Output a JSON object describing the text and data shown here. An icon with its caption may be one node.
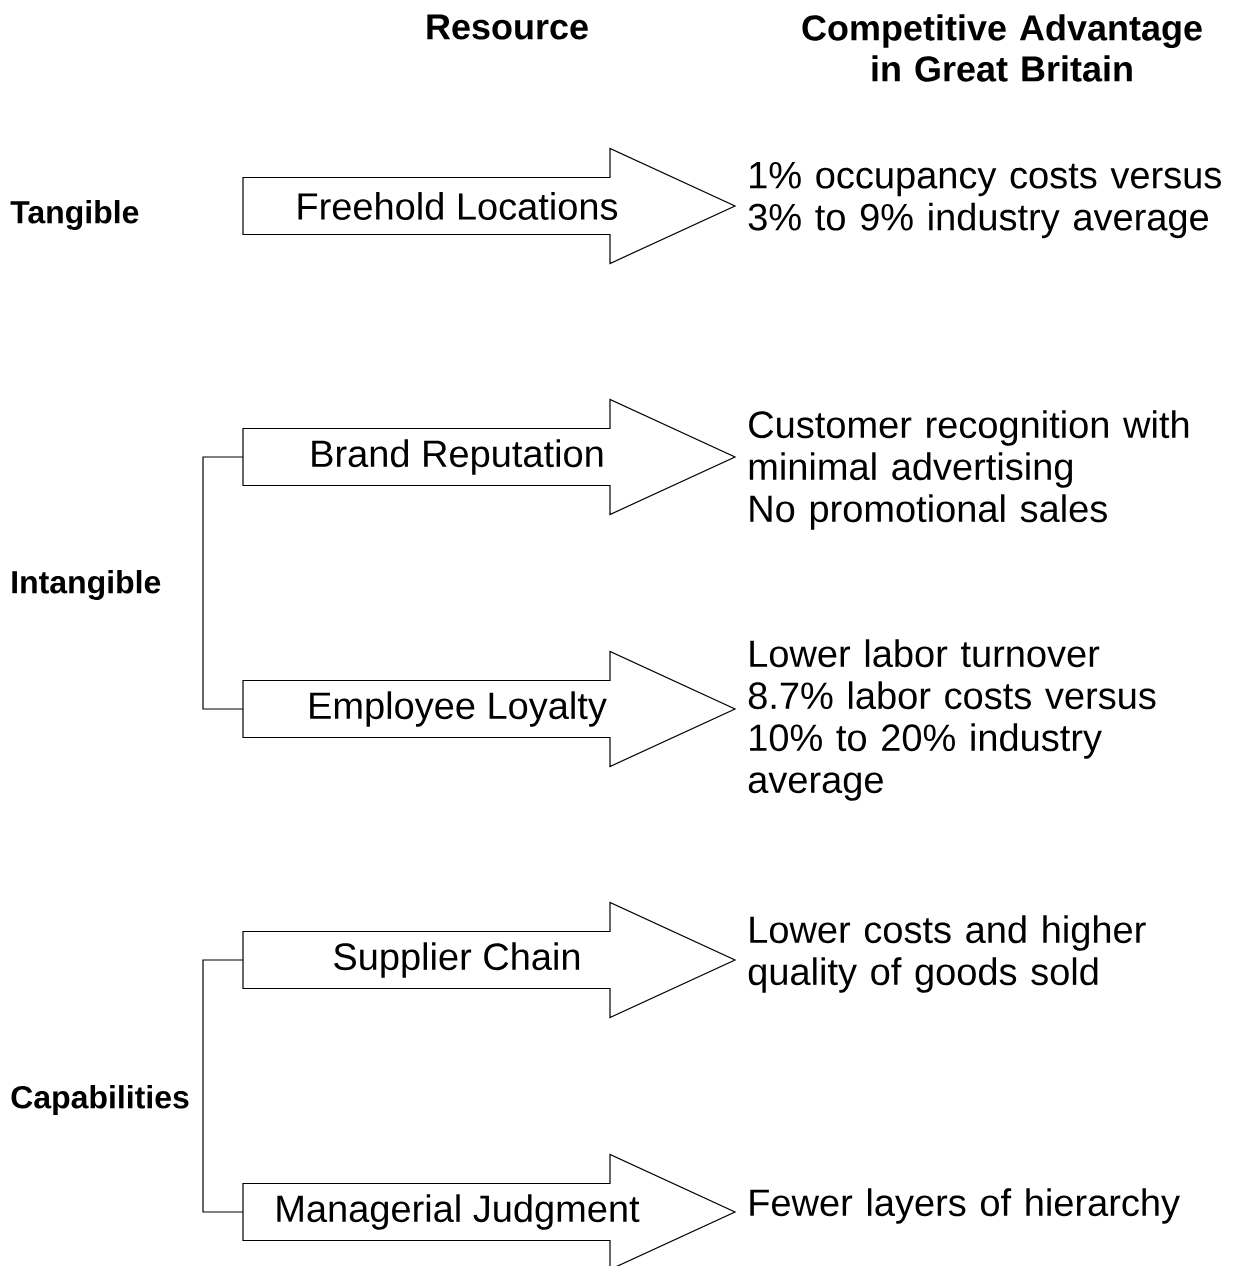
{
  "diagram": {
    "nodes": [
      {
        "text": [
          "Freehold Locations"
        ],
        "beside": [
          "1% occupancy costs versus 3% to 9% industry average"
        ]
      },
      {
        "text": [
          "Brand Reputation"
        ],
        "beside": [
          "Customer recognition with minimal advertising",
          "No promotional sales"
        ]
      },
      {
        "text": [
          "Employee Loyalty"
        ],
        "beside": [
          "Lower labor turnover",
          "8.7% labor costs versus 10% to 20% industry average"
        ]
      },
      {
        "text": [
          "Supplier Chain"
        ],
        "beside": [
          "Lower costs and higher quality of goods sold"
        ]
      },
      {
        "text": [
          "Managerial Judgment"
        ],
        "beside": [
          "Fewer layers of hierarchy"
        ]
      }
    ],
    "labels": [
      "Resource",
      "Competitive Advantage in Great Britain",
      "Tangible",
      "Intangible",
      "Capabilities"
    ]
  }
}
